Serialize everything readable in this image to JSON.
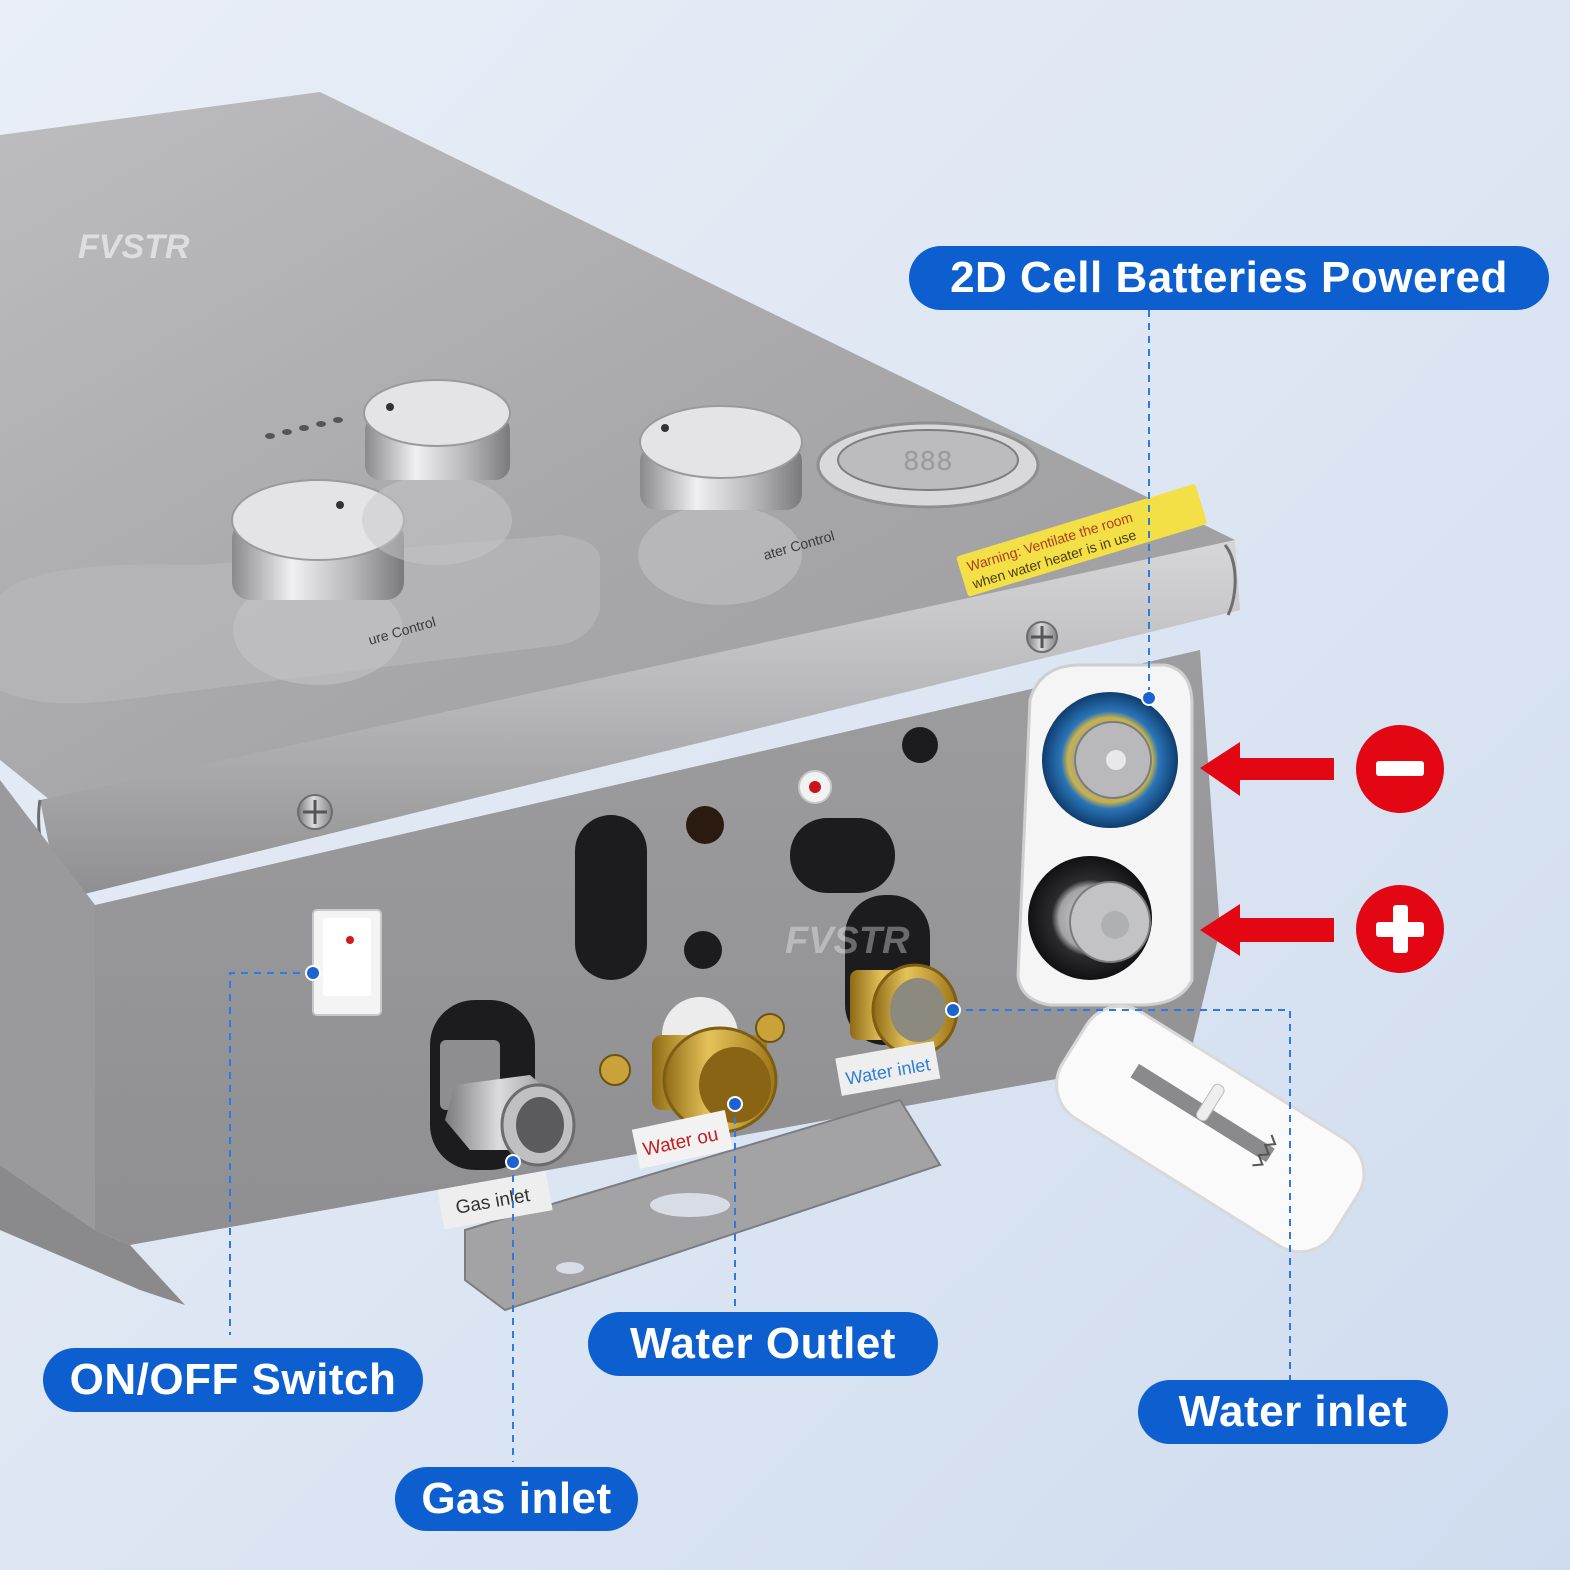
{
  "brand": {
    "watermark": "FVSTR"
  },
  "callouts": {
    "batteries": "2D Cell Batteries Powered",
    "switch": "ON/OFF Switch",
    "water_outlet": "Water Outlet",
    "gas_inlet": "Gas inlet",
    "water_inlet": "Water inlet"
  },
  "polarity": {
    "negative": "−",
    "positive": "+"
  },
  "product_text": {
    "gas_inlet_label": "Gas inlet",
    "water_outlet_label": "Water ou",
    "water_inlet_label": "Water inlet",
    "knob_label_left": "ure Control",
    "knob_label_right": "ater Control",
    "warning_line1": "Warning: Ventilate the room",
    "warning_line2": "when water heater is in use"
  },
  "colors": {
    "callout_blue": "#0d5fcf",
    "arrow_red": "#e30613",
    "steel": "#a9a9ab",
    "brass": "#c9a233",
    "warning_yellow": "#f3e047"
  }
}
